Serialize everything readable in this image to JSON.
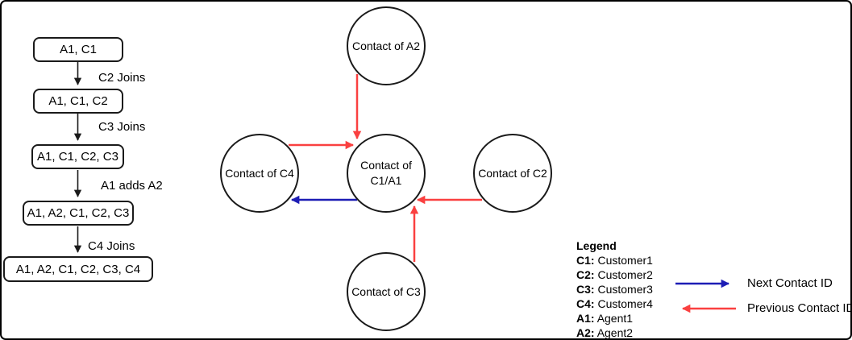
{
  "colors": {
    "red": "#fa4040",
    "blue": "#1d1db5",
    "black": "#1a1a1a"
  },
  "flowchart": {
    "steps": [
      {
        "label": "A1, C1"
      },
      {
        "label": "A1, C1, C2"
      },
      {
        "label": "A1, C1, C2, C3"
      },
      {
        "label": "A1, A2, C1, C2, C3"
      },
      {
        "label": "A1, A2, C1, C2, C3, C4"
      }
    ],
    "transitions": [
      {
        "label": "C2 Joins"
      },
      {
        "label": "C3 Joins"
      },
      {
        "label": "A1 adds A2"
      },
      {
        "label": "C4 Joins"
      }
    ]
  },
  "network": {
    "nodes": [
      {
        "id": "a2",
        "label": "Contact of A2"
      },
      {
        "id": "c4",
        "label": "Contact of C4"
      },
      {
        "id": "c1a1",
        "label": "Contact of\nC1/A1"
      },
      {
        "id": "c2",
        "label": "Contact of C2"
      },
      {
        "id": "c3",
        "label": "Contact of C3"
      }
    ],
    "edges": [
      {
        "from": "Contact of A2",
        "to": "Contact of C1/A1",
        "type": "Previous Contact ID",
        "color": "red"
      },
      {
        "from": "Contact of C4",
        "to": "Contact of C1/A1",
        "type": "Previous Contact ID",
        "color": "red"
      },
      {
        "from": "Contact of C1/A1",
        "to": "Contact of C4",
        "type": "Next Contact ID",
        "color": "blue"
      },
      {
        "from": "Contact of C2",
        "to": "Contact of C1/A1",
        "type": "Previous Contact ID",
        "color": "red"
      },
      {
        "from": "Contact of C3",
        "to": "Contact of C1/A1",
        "type": "Previous Contact ID",
        "color": "red"
      }
    ]
  },
  "legend": {
    "title": "Legend",
    "entries": [
      {
        "key": "C1:",
        "value": "Customer1"
      },
      {
        "key": "C2:",
        "value": "Customer2"
      },
      {
        "key": "C3:",
        "value": "Customer3"
      },
      {
        "key": "C4:",
        "value": "Customer4"
      },
      {
        "key": "A1:",
        "value": "Agent1"
      },
      {
        "key": "A2:",
        "value": "Agent2"
      }
    ],
    "arrows": [
      {
        "label": "Next Contact ID",
        "color": "blue",
        "direction": "right"
      },
      {
        "label": "Previous Contact ID",
        "color": "red",
        "direction": "left"
      }
    ]
  }
}
